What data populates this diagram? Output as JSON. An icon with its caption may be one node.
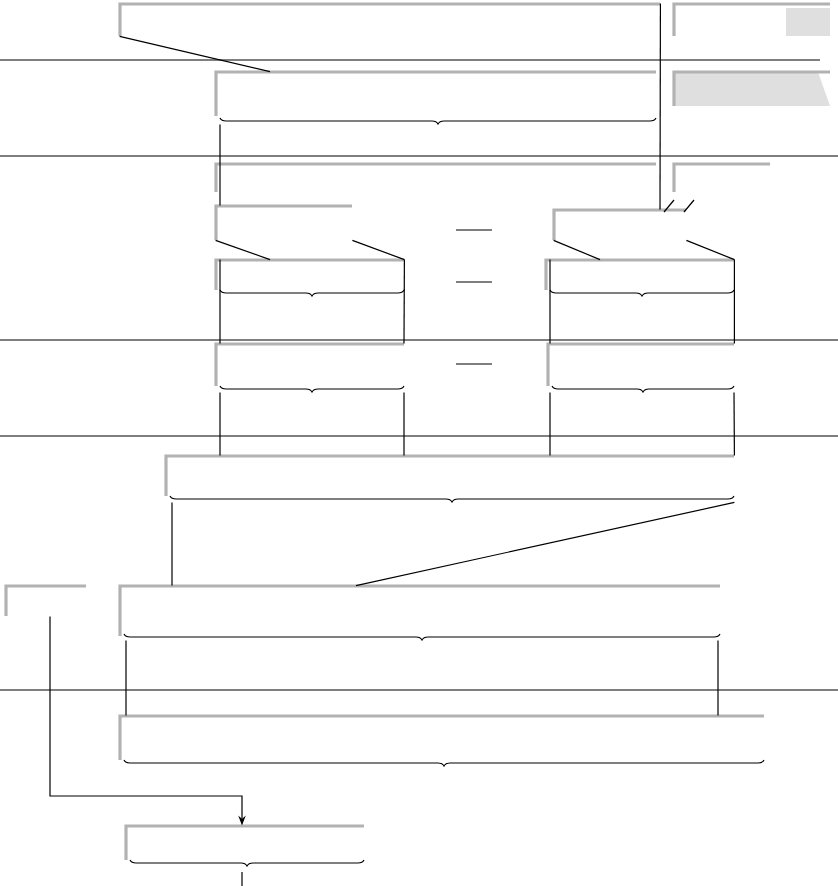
{
  "diagram": {
    "nodes": [
      {
        "text": [],
        "shape": "box"
      },
      {
        "text": [],
        "shape": "box"
      },
      {
        "text": [],
        "shape": "box"
      },
      {
        "text": [],
        "shape": "box"
      },
      {
        "text": [],
        "shape": "box"
      },
      {
        "text": [],
        "shape": "box"
      },
      {
        "text": [],
        "shape": "box"
      },
      {
        "text": [],
        "shape": "box"
      },
      {
        "text": [],
        "shape": "box"
      },
      {
        "text": [],
        "shape": "box"
      },
      {
        "text": [],
        "shape": "box"
      },
      {
        "text": [],
        "shape": "box"
      },
      {
        "text": [],
        "shape": "box"
      },
      {
        "text": [],
        "shape": "box"
      },
      {
        "text": [],
        "shape": "box"
      },
      {
        "text": [],
        "shape": "box"
      },
      {
        "text": [],
        "shape": "box"
      }
    ],
    "edges": [
      {
        "from": 0,
        "to": 2,
        "arrow": "none"
      },
      {
        "from": 0,
        "to": 7,
        "arrow": "none"
      },
      {
        "from": 2,
        "to": 6,
        "arrow": "none"
      },
      {
        "from": 6,
        "to": 8,
        "arrow": "none"
      },
      {
        "from": 6,
        "to": 8,
        "arrow": "none"
      },
      {
        "from": 7,
        "to": 9,
        "arrow": "none"
      },
      {
        "from": 7,
        "to": 9,
        "arrow": "none"
      },
      {
        "from": 8,
        "to": 10,
        "arrow": "none"
      },
      {
        "from": 8,
        "to": 10,
        "arrow": "none"
      },
      {
        "from": 9,
        "to": 11,
        "arrow": "none"
      },
      {
        "from": 9,
        "to": 11,
        "arrow": "none"
      },
      {
        "from": 10,
        "to": 12,
        "arrow": "none"
      },
      {
        "from": 10,
        "to": 12,
        "arrow": "none"
      },
      {
        "from": 11,
        "to": 12,
        "arrow": "none"
      },
      {
        "from": 11,
        "to": 12,
        "arrow": "none"
      },
      {
        "from": 12,
        "to": 14,
        "arrow": "none"
      },
      {
        "from": 12,
        "to": 14,
        "arrow": "none"
      },
      {
        "from": 14,
        "to": 15,
        "arrow": "none"
      },
      {
        "from": 14,
        "to": 15,
        "arrow": "none"
      },
      {
        "from": 13,
        "to": 16,
        "arrow": "to"
      }
    ]
  }
}
